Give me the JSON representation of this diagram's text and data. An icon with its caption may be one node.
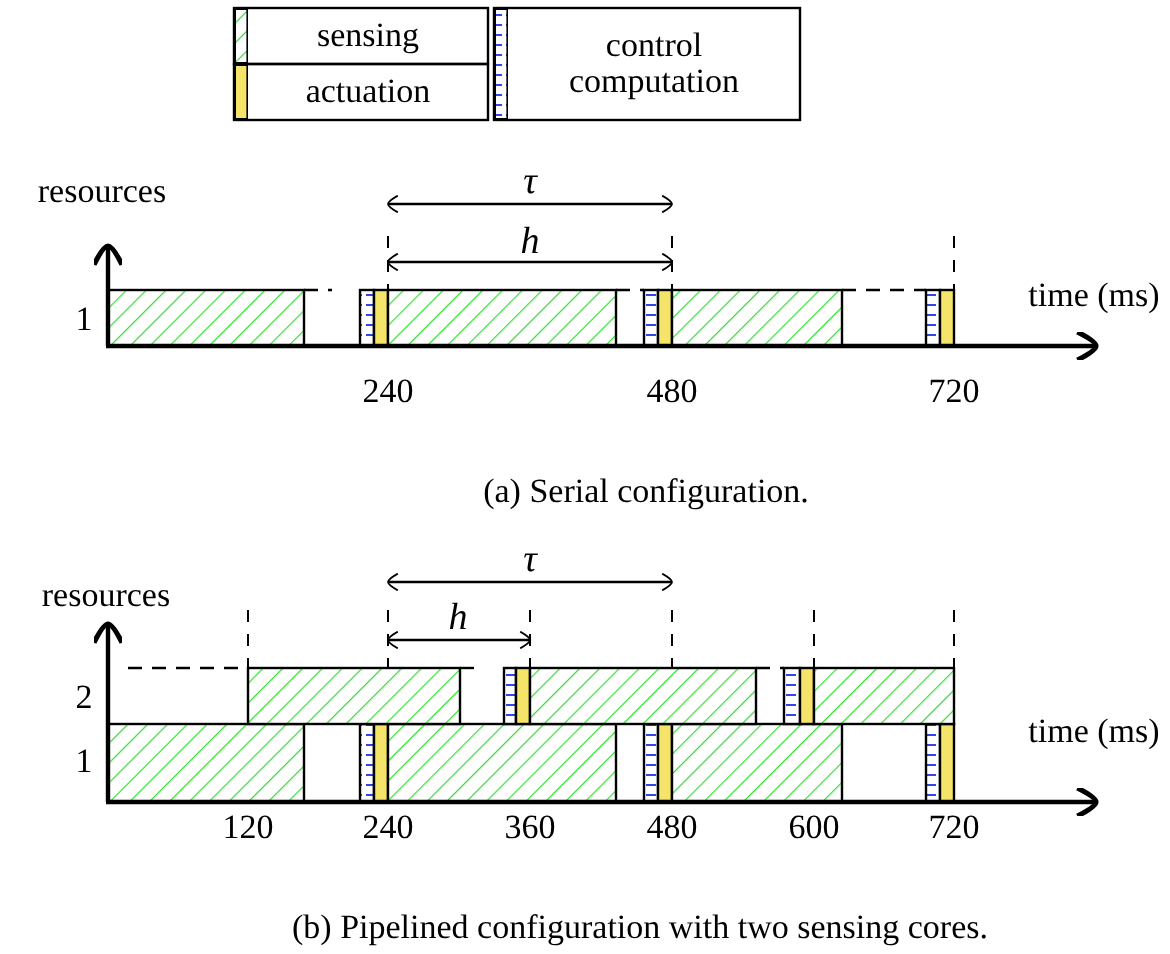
{
  "diagram": {
    "labels": [
      "resources",
      "1",
      "time (ms)",
      "240",
      "480",
      "720",
      "τ",
      "h",
      "(a) Serial configuration.",
      "resources",
      "2",
      "1",
      "time (ms)",
      "120",
      "240",
      "360",
      "480",
      "600",
      "720",
      "τ",
      "h",
      "(b) Pipelined configuration with two sensing cores."
    ],
    "legend": [
      {
        "text": "sensing"
      },
      {
        "text": "actuation",
        "color": "#f4e56a"
      },
      {
        "text": "control computation"
      }
    ]
  }
}
